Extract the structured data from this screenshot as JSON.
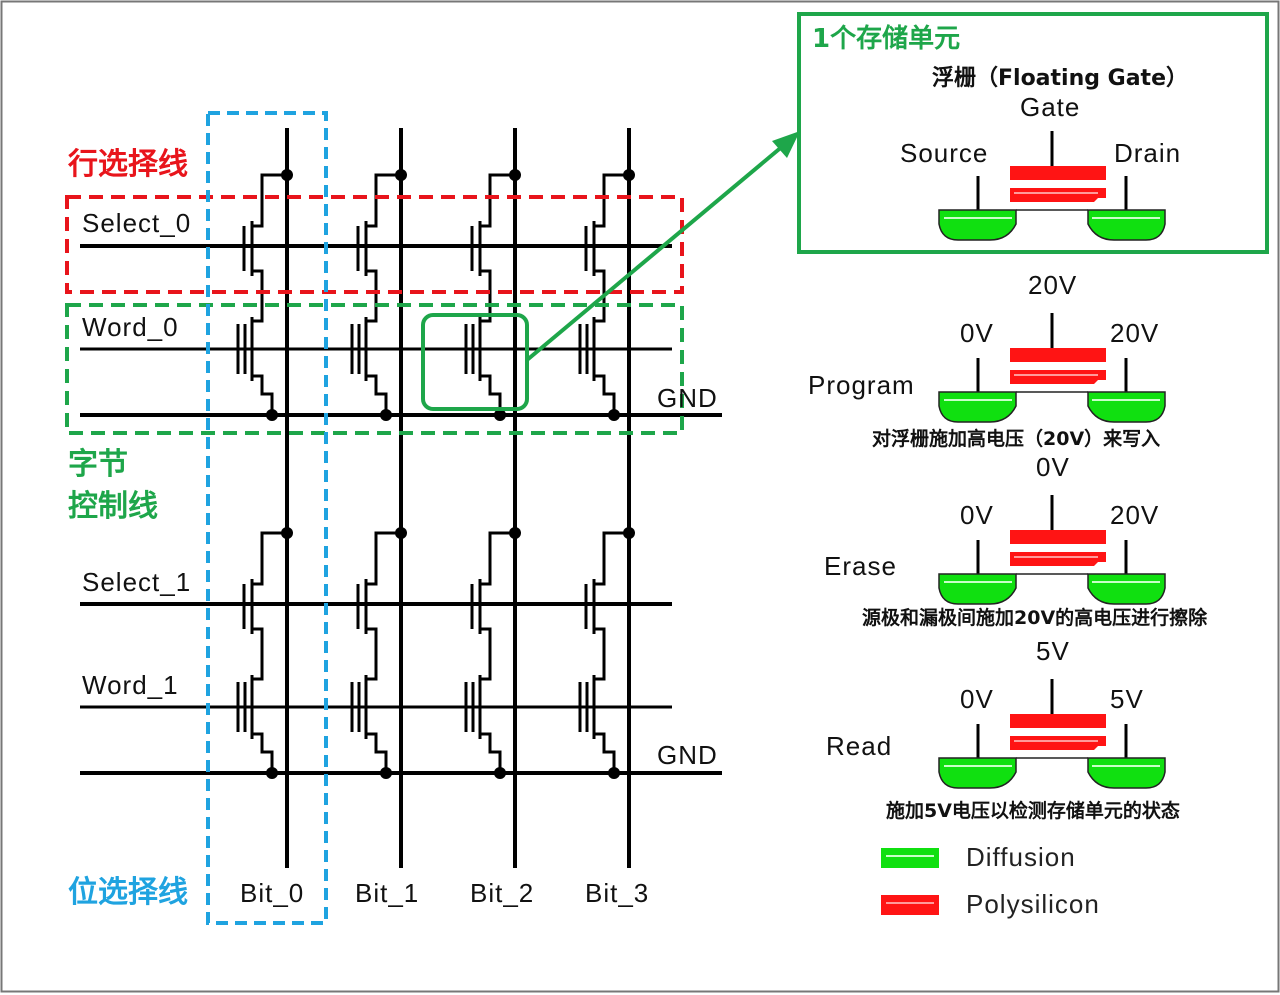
{
  "labels": {
    "row_select": "行选择线",
    "byte_control_1": "字节",
    "byte_control_2": "控制线",
    "bit_select": "位选择线"
  },
  "lines": {
    "select_0": "Select_0",
    "word_0": "Word_0",
    "gnd_0": "GND",
    "select_1": "Select_1",
    "word_1": "Word_1",
    "gnd_1": "GND"
  },
  "bits": [
    "Bit_0",
    "Bit_1",
    "Bit_2",
    "Bit_3"
  ],
  "cell": {
    "title": "1个存储单元",
    "floating_gate": "浮栅（Floating Gate）",
    "gate": "Gate",
    "source": "Source",
    "drain": "Drain"
  },
  "modes": [
    {
      "name": "Program",
      "gate": "20V",
      "source": "0V",
      "drain": "20V",
      "caption": "对浮栅施加高电压（20V）来写入"
    },
    {
      "name": "Erase",
      "gate": "0V",
      "source": "0V",
      "drain": "20V",
      "caption": "源极和漏极间施加20V的高电压进行擦除"
    },
    {
      "name": "Read",
      "gate": "5V",
      "source": "0V",
      "drain": "5V",
      "caption": "施加5V电压以检测存储单元的状态"
    }
  ],
  "legend": [
    {
      "label": "Diffusion",
      "color": "#10e010"
    },
    {
      "label": "Polysilicon",
      "color": "#ff1414"
    }
  ],
  "colors": {
    "row_select": "#e8141b",
    "byte_control": "#1ea64a",
    "bit_select": "#1fa3e0",
    "callout": "#1ea64a"
  }
}
